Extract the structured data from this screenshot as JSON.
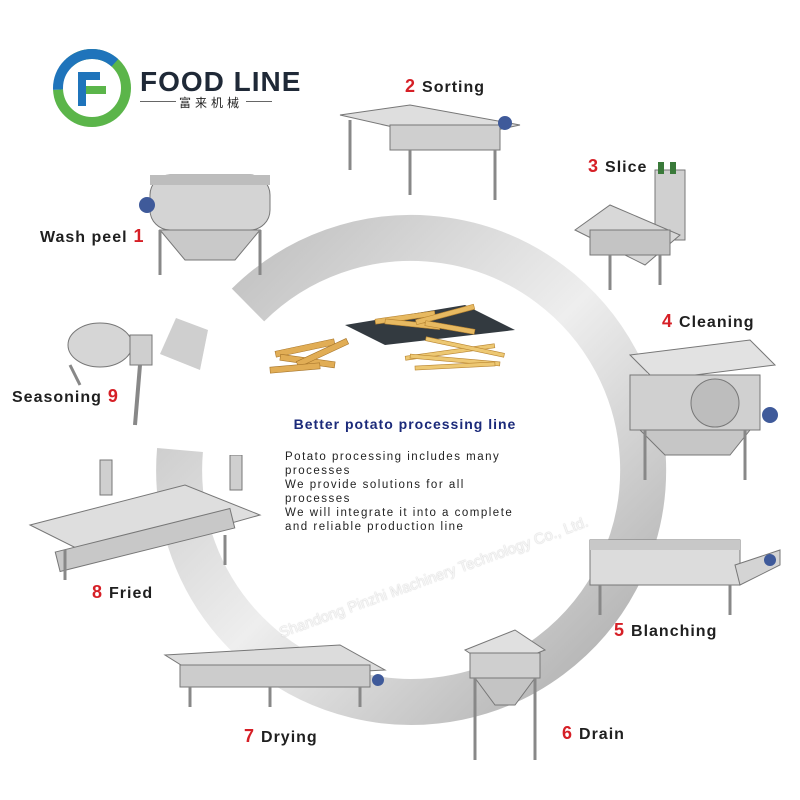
{
  "brand": {
    "name": "FOOD LINE",
    "subtitle": "富来机械",
    "colors": {
      "green": "#5bb54a",
      "blue": "#1f74bb"
    }
  },
  "center": {
    "title": "Better potato processing line",
    "lines": [
      "Potato processing includes many processes",
      "We provide solutions for all processes",
      "We will integrate it into a complete and reliable production line"
    ]
  },
  "steps": [
    {
      "num": "1",
      "label": "Wash peel"
    },
    {
      "num": "2",
      "label": "Sorting"
    },
    {
      "num": "3",
      "label": "Slice"
    },
    {
      "num": "4",
      "label": "Cleaning"
    },
    {
      "num": "5",
      "label": "Blanching"
    },
    {
      "num": "6",
      "label": "Drain"
    },
    {
      "num": "7",
      "label": "Drying"
    },
    {
      "num": "8",
      "label": "Fried"
    },
    {
      "num": "9",
      "label": "Seasoning"
    }
  ],
  "watermark": "Shandong Pinzhi Machinery Technology Co., Ltd.",
  "colors": {
    "step_number": "#d61f26",
    "title": "#1b2a7a",
    "ring": "#c9c9c9"
  }
}
